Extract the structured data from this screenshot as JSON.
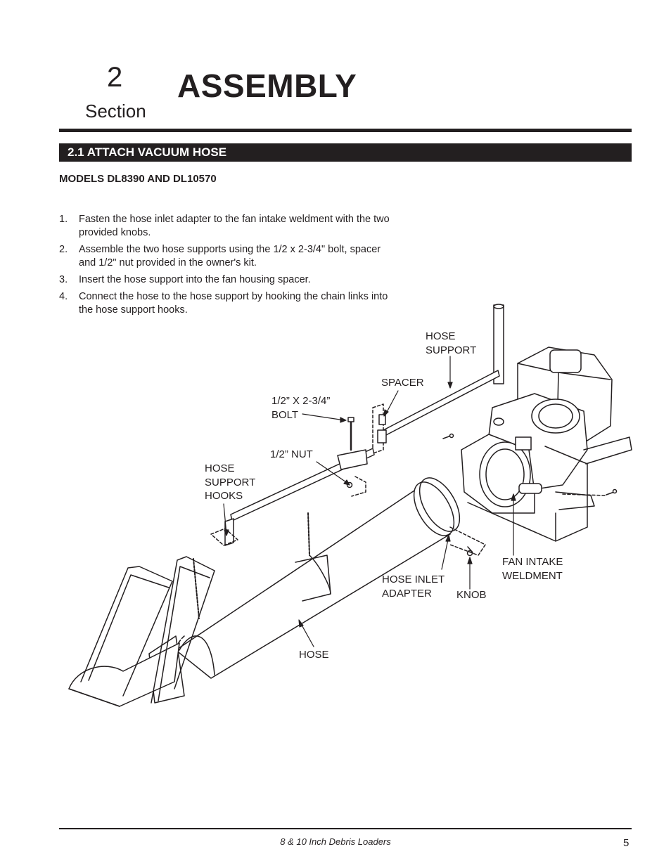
{
  "header": {
    "section_number": "2",
    "section_word": "Section",
    "title": "ASSEMBLY"
  },
  "subsection": {
    "bar_title": "2.1  ATTACH VACUUM HOSE",
    "models": "MODELS DL8390 AND DL10570"
  },
  "steps": [
    {
      "num": "1.",
      "text": "Fasten the hose inlet adapter to the fan intake weldment with the two provided knobs."
    },
    {
      "num": "2.",
      "text": "Assemble the two hose supports using the 1/2 x 2-3/4\" bolt, spacer and 1/2\" nut provided in the owner's kit."
    },
    {
      "num": "3.",
      "text": "Insert the hose support into the fan housing spacer."
    },
    {
      "num": "4.",
      "text": "Connect the hose to the hose support by hooking the chain links into the hose support hooks."
    }
  ],
  "diagram_labels": {
    "hose_support": "HOSE\nSUPPORT",
    "spacer": "SPACER",
    "bolt": "1/2” X 2-3/4”\nBOLT",
    "nut": "1/2” NUT",
    "hose_support_hooks": "HOSE\nSUPPORT\nHOOKS",
    "fan_intake_weldment": "FAN INTAKE\nWELDMENT",
    "hose_inlet_adapter": "HOSE INLET\nADAPTER",
    "knob": "KNOB",
    "hose": "HOSE"
  },
  "footer": {
    "doc_title": "8 & 10 Inch Debris Loaders",
    "page_number": "5"
  }
}
